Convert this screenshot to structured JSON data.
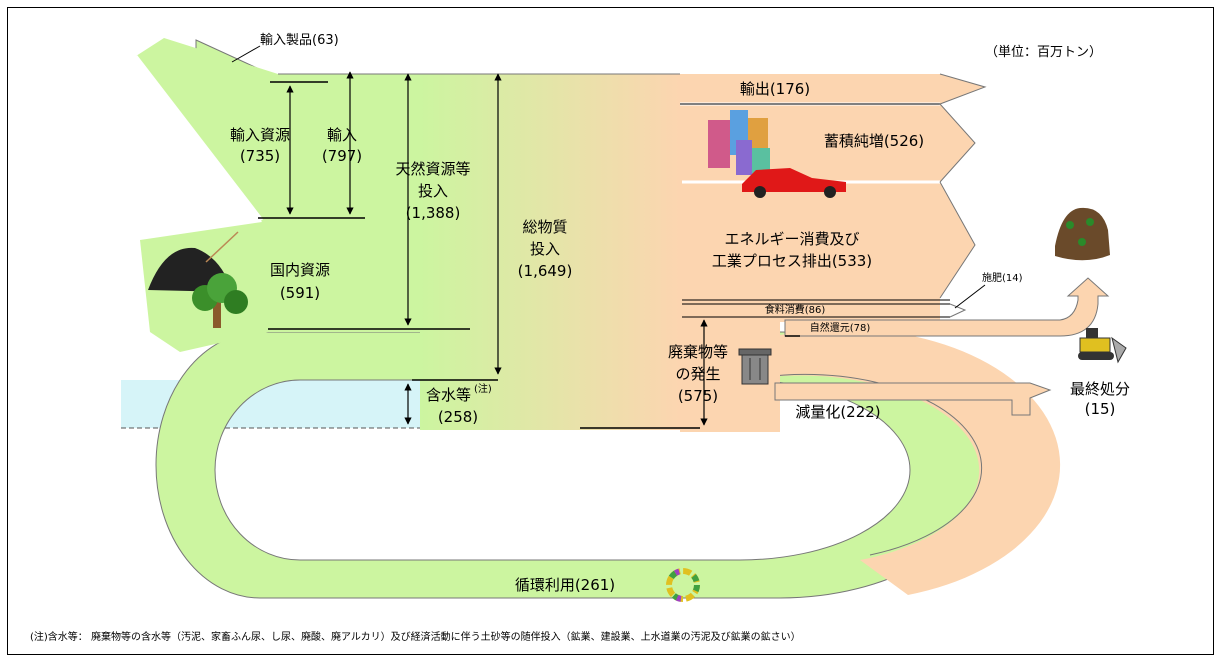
{
  "unit": "（単位：百万トン）",
  "flows": {
    "imported_products": "輸入製品(63)",
    "imported_resources_label": "輸入資源",
    "imported_resources_value": "(735)",
    "imports_label": "輸入",
    "imports_value": "(797)",
    "natural_resources_label1": "天然資源等",
    "natural_resources_label2": "投入",
    "natural_resources_value": "(1,388)",
    "total_input_label1": "総物質",
    "total_input_label2": "投入",
    "total_input_value": "(1,649)",
    "domestic_resources_label": "国内資源",
    "domestic_resources_value": "(591)",
    "water_content_label": "含水等",
    "water_content_note": "(注)",
    "water_content_value": "(258)",
    "exports": "輸出(176)",
    "net_accumulation": "蓄積純増(526)",
    "energy_line1": "エネルギー消費及び",
    "energy_line2": "工業プロセス排出(533)",
    "fertilizer": "施肥(14)",
    "food_consumption": "食料消費(86)",
    "natural_return": "自然還元(78)",
    "waste_label1": "廃棄物等",
    "waste_label2": "の発生",
    "waste_value": "(575)",
    "reduction": "減量化(222)",
    "final_disposal_label": "最終処分",
    "final_disposal_value": "(15)",
    "recycling": "循環利用(261)"
  },
  "footnote": "(注)含水等： 廃棄物等の含水等（汚泥、家畜ふん尿、し尿、廃酸、廃アルカリ）及び経済活動に伴う土砂等の随伴投入（鉱業、建設業、上水道業の汚泥及び鉱業の鉱さい）",
  "colors": {
    "input_green": "#ccf5a0",
    "output_peach": "#fcd5b0",
    "water_blue": "#d6f4f8"
  },
  "icons": [
    "buildings-icon",
    "car-icon",
    "tree-icon",
    "soil-pile-icon",
    "trash-can-icon",
    "bulldozer-icon",
    "compost-icon",
    "recycle-icon"
  ]
}
